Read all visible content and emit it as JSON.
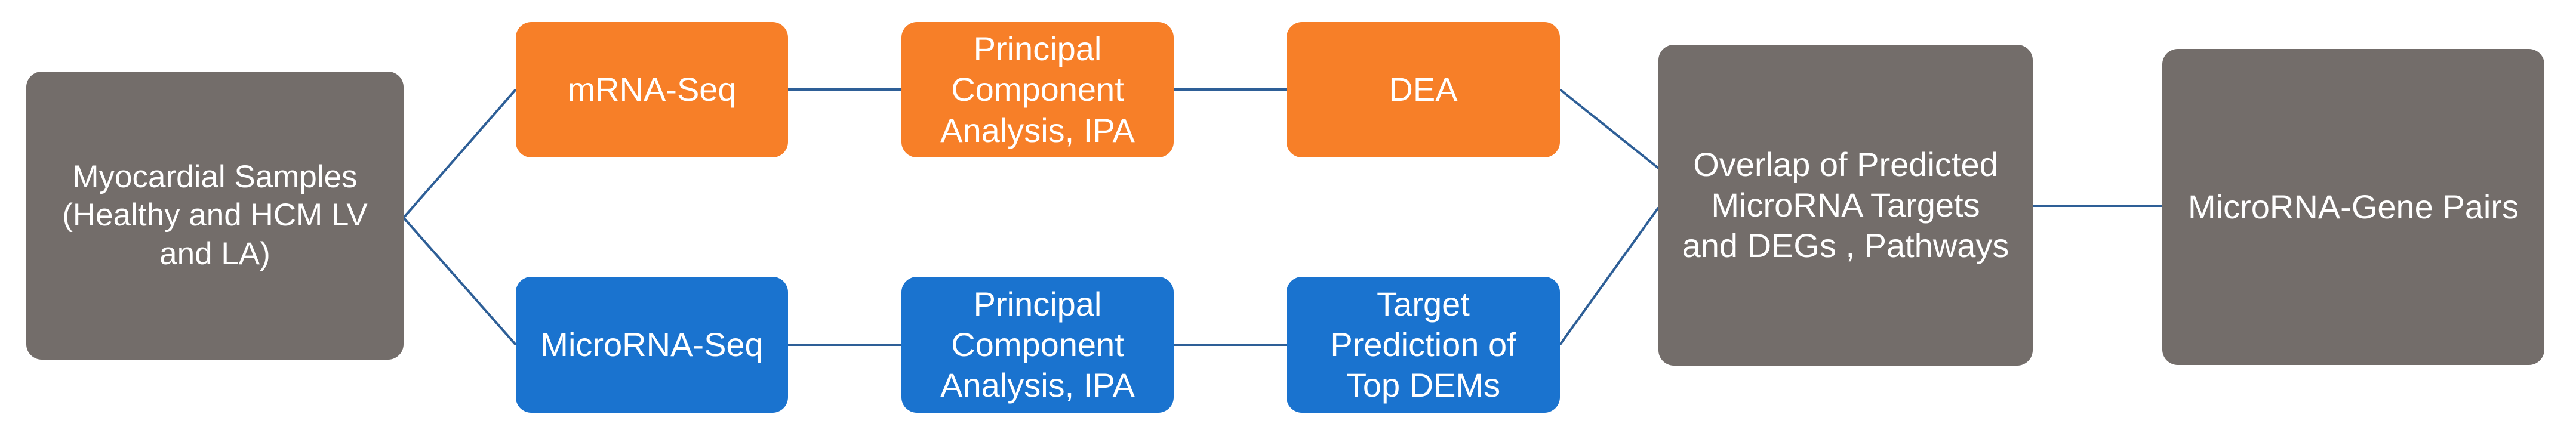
{
  "diagram": {
    "nodes": {
      "samples": "Myocardial Samples\n(Healthy and HCM LV\nand LA)",
      "mrna_seq": "mRNA-Seq",
      "pca_ipa_top": "Principal\nComponent\nAnalysis, IPA",
      "dea": "DEA",
      "microrna_seq": "MicroRNA-Seq",
      "pca_ipa_bottom": "Principal\nComponent\nAnalysis, IPA",
      "target_prediction": "Target\nPrediction of\nTop DEMs",
      "overlap": "Overlap of Predicted\nMicroRNA Targets\nand DEGs , Pathways",
      "pairs": "MicroRNA-Gene Pairs"
    },
    "colors": {
      "gray": "#736d6a",
      "orange": "#f77f28",
      "blue": "#1a73cf",
      "connector": "#2e5f97",
      "text": "#ffffff"
    }
  }
}
